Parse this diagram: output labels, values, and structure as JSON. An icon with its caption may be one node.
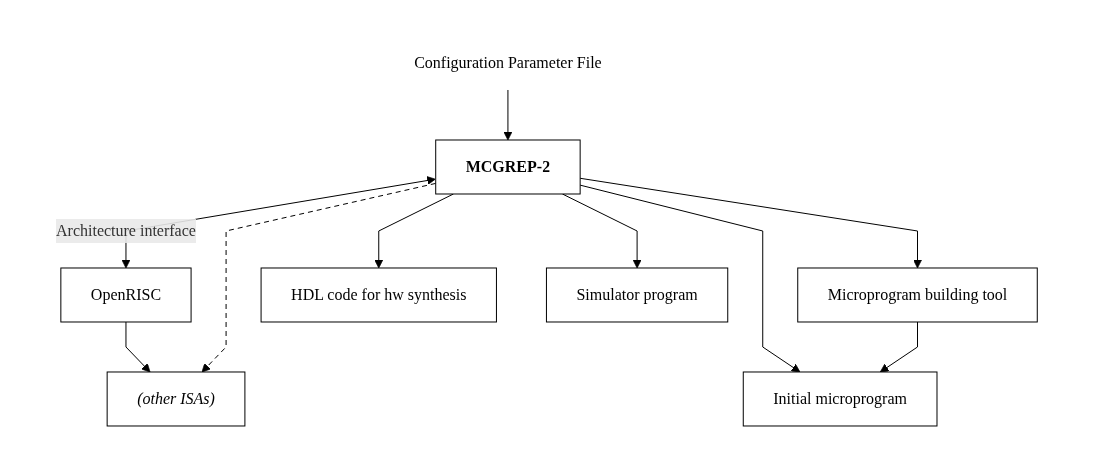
{
  "diagram": {
    "nodes": [
      {
        "text": [
          "Configuration Parameter File"
        ]
      },
      {
        "text": [
          "MCGREP-2"
        ]
      },
      {
        "text": [
          "OpenRISC"
        ]
      },
      {
        "text": [
          "(other ISAs)"
        ]
      },
      {
        "text": [
          "Microprogram building tool"
        ]
      },
      {
        "text": [
          "HDL code for hw synthesis"
        ]
      },
      {
        "text": [
          "Initial microprogram"
        ]
      },
      {
        "text": [
          "Simulator program"
        ]
      }
    ],
    "edges": [
      {
        "from": 0,
        "to": 1,
        "arrow": "to"
      },
      {
        "from": 1,
        "to": 2,
        "arrow": "both",
        "label": "Architecture interface"
      },
      {
        "from": 2,
        "to": 3,
        "arrow": "to"
      },
      {
        "from": 1,
        "to": 3,
        "arrow": "to",
        "style": "dashed"
      },
      {
        "from": 1,
        "to": 5,
        "arrow": "to"
      },
      {
        "from": 1,
        "to": 4,
        "arrow": "to"
      },
      {
        "from": 1,
        "to": 6,
        "arrow": "to"
      },
      {
        "from": 1,
        "to": 7,
        "arrow": "to"
      },
      {
        "from": 4,
        "to": 6,
        "arrow": "to"
      }
    ]
  }
}
